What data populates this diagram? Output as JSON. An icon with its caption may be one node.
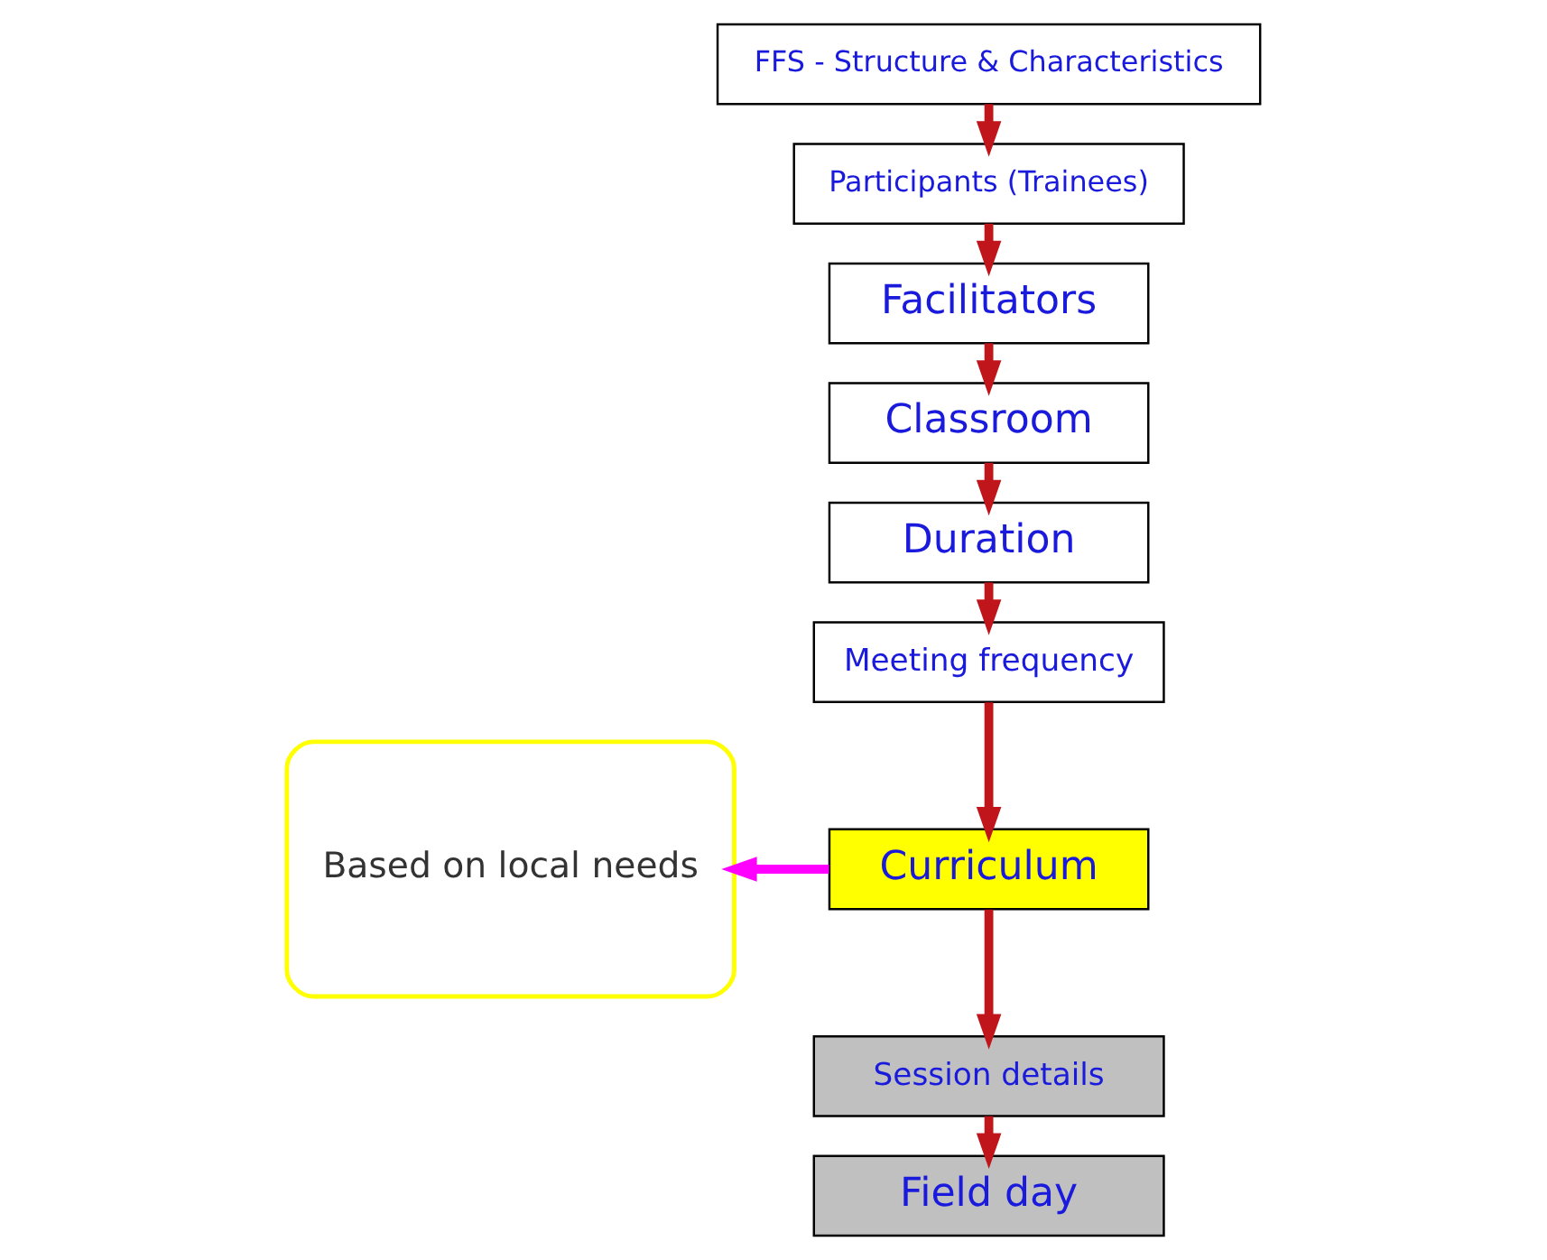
{
  "diagram": {
    "nodes": [
      {
        "text": [
          "FFS - Structure & Characteristics"
        ]
      },
      {
        "text": [
          "Participants (Trainees)"
        ]
      },
      {
        "text": [
          "Facilitators"
        ]
      },
      {
        "text": [
          "Classroom"
        ]
      },
      {
        "text": [
          "Duration"
        ]
      },
      {
        "text": [
          "Meeting frequency"
        ]
      },
      {
        "text": [
          "Curriculum"
        ]
      },
      {
        "text": [
          "Session details"
        ]
      },
      {
        "text": [
          "Field day"
        ]
      },
      {
        "text": [
          "Based on local needs"
        ]
      }
    ],
    "edges": [
      {
        "from": 0,
        "to": 1,
        "arrow": "to"
      },
      {
        "from": 1,
        "to": 2,
        "arrow": "to"
      },
      {
        "from": 2,
        "to": 3,
        "arrow": "to"
      },
      {
        "from": 3,
        "to": 4,
        "arrow": "to"
      },
      {
        "from": 4,
        "to": 5,
        "arrow": "to"
      },
      {
        "from": 5,
        "to": 6,
        "arrow": "to"
      },
      {
        "from": 6,
        "to": 9,
        "arrow": "to",
        "color": "#ff00ff"
      },
      {
        "from": 7,
        "to": 8,
        "arrow": "to"
      },
      {
        "from": 6,
        "to": 7,
        "arrow": "to"
      }
    ]
  }
}
